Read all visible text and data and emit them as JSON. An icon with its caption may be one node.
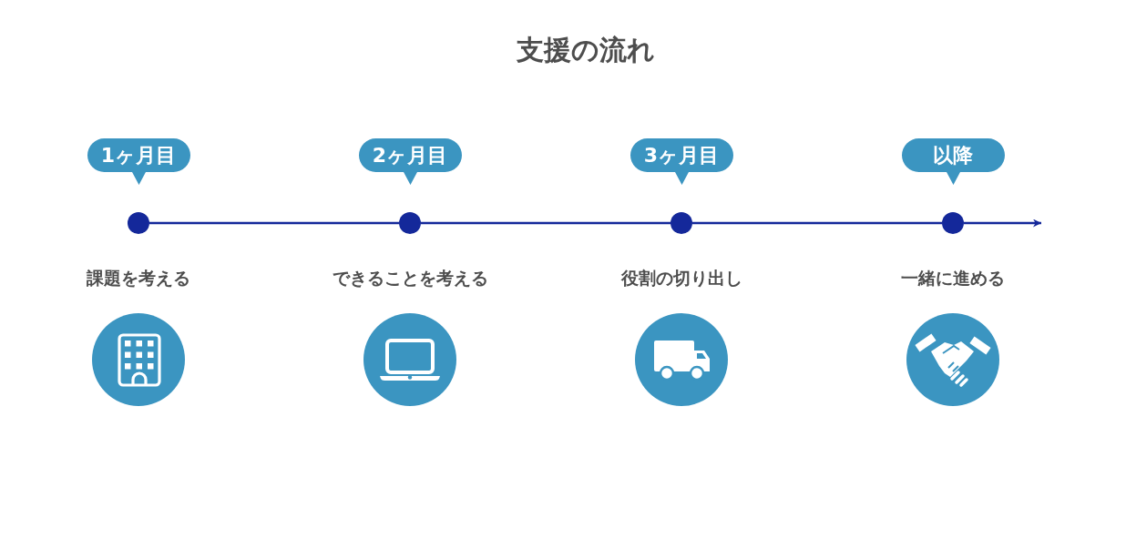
{
  "diagram": {
    "title": "支援の流れ",
    "nodes": [
      {
        "text": [
          "1ヶ月目"
        ]
      },
      {
        "text": [
          "2ヶ月目"
        ]
      },
      {
        "text": [
          "3ヶ月目"
        ]
      },
      {
        "text": [
          "以降"
        ]
      },
      {
        "text": [],
        "shape": "circle"
      },
      {
        "text": [],
        "shape": "circle"
      },
      {
        "text": [],
        "shape": "circle"
      },
      {
        "text": [],
        "shape": "circle"
      },
      {
        "text": [],
        "shape": "circle"
      },
      {
        "text": [],
        "shape": "circle"
      },
      {
        "text": [],
        "shape": "circle"
      },
      {
        "text": [],
        "shape": "circle"
      }
    ],
    "edges": [
      {
        "from": 4,
        "to": 5,
        "arrow": "none"
      },
      {
        "from": 5,
        "to": 6,
        "arrow": "none"
      },
      {
        "from": 6,
        "to": 7,
        "arrow": "none"
      },
      {
        "from": 7,
        "to": null,
        "arrow": "to"
      }
    ],
    "labels": [
      "課題を考える",
      "できることを考える",
      "役割の切り出し",
      "一緒に進める"
    ]
  }
}
